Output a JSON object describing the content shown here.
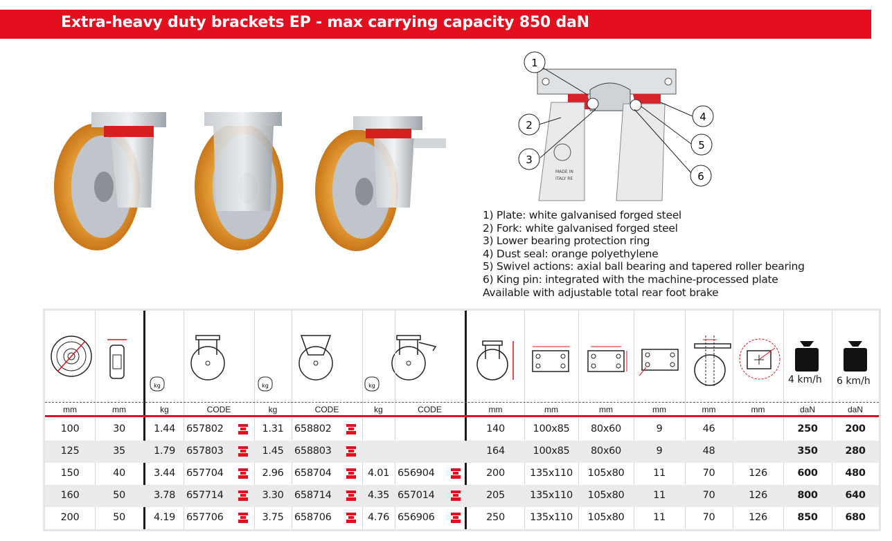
{
  "header": {
    "title": "Extra-heavy duty brackets EP - max carrying capacity 850 daN",
    "bg_color": "#e30f1e"
  },
  "diagram": {
    "callouts": [
      "1",
      "2",
      "3",
      "4",
      "5",
      "6"
    ],
    "stamp_text": [
      "MADE IN",
      "ITALY RE"
    ]
  },
  "features": [
    "1)  Plate: white galvanised forged steel",
    "2)  Fork: white galvanised forged steel",
    "3)  Lower bearing protection ring",
    "4)  Dust seal: orange polyethylene",
    "5)  Swivel actions: axial ball bearing and tapered roller bearing",
    "6)  King pin: integrated with the machine-processed plate",
    "Available with adjustable total rear foot brake"
  ],
  "table": {
    "speed_labels": [
      "4 km/h",
      "6 km/h"
    ],
    "weight_icon_label": "kg",
    "units": [
      "mm",
      "mm",
      "kg",
      "CODE",
      "kg",
      "CODE",
      "kg",
      "CODE",
      "mm",
      "mm",
      "mm",
      "mm",
      "mm",
      "mm",
      "daN",
      "daN"
    ],
    "rows": [
      [
        "100",
        "30",
        "1.44",
        "657802",
        "1.31",
        "658802",
        "",
        "",
        "140",
        "100x85",
        "80x60",
        "9",
        "46",
        "",
        "250",
        "200"
      ],
      [
        "125",
        "35",
        "1.79",
        "657803",
        "1.45",
        "658803",
        "",
        "",
        "164",
        "100x85",
        "80x60",
        "9",
        "48",
        "",
        "350",
        "280"
      ],
      [
        "150",
        "40",
        "3.44",
        "657704",
        "2.96",
        "658704",
        "4.01",
        "656904",
        "200",
        "135x110",
        "105x80",
        "11",
        "70",
        "126",
        "600",
        "480"
      ],
      [
        "160",
        "50",
        "3.78",
        "657714",
        "3.30",
        "658714",
        "4.35",
        "657014",
        "205",
        "135x110",
        "105x80",
        "11",
        "70",
        "126",
        "800",
        "640"
      ],
      [
        "200",
        "50",
        "4.19",
        "657706",
        "3.75",
        "658706",
        "4.76",
        "656906",
        "250",
        "135x110",
        "105x80",
        "11",
        "70",
        "126",
        "850",
        "680"
      ]
    ]
  }
}
